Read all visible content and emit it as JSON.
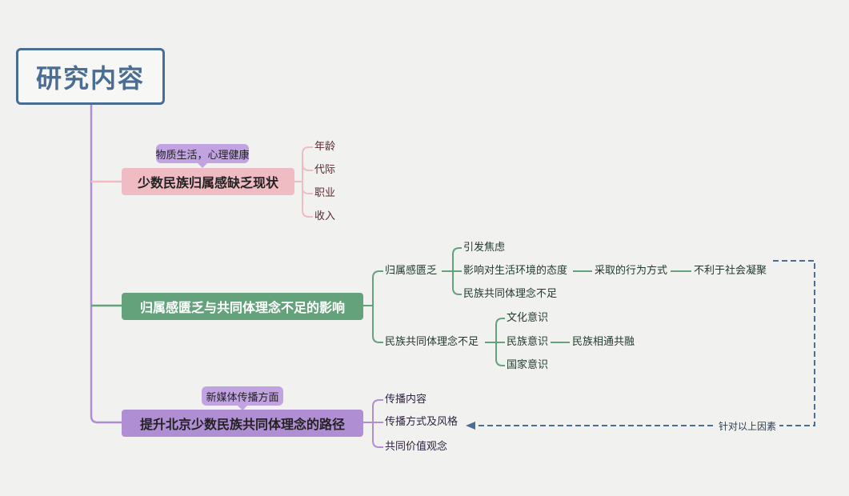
{
  "root": {
    "label": "研究内容"
  },
  "branches": [
    {
      "label": "少数民族归属感缺乏现状",
      "note": "物质生活，心理健康",
      "color": "#efbcc3",
      "children": [
        "年龄",
        "代际",
        "职业",
        "收入"
      ]
    },
    {
      "label": "归属感匮乏与共同体理念不足的影响",
      "color": "#64a27c",
      "children": [
        {
          "label": "归属感匮乏",
          "children": [
            {
              "label": "引发焦虑"
            },
            {
              "label": "影响对生活环境的态度",
              "chain": [
                "采取的行为方式",
                "不利于社会凝聚"
              ]
            },
            {
              "label": "民族共同体理念不足"
            }
          ]
        },
        {
          "label": "民族共同体理念不足",
          "children": [
            {
              "label": "文化意识"
            },
            {
              "label": "民族意识",
              "chain": [
                "民族相通共融"
              ]
            },
            {
              "label": "国家意识"
            }
          ]
        }
      ]
    },
    {
      "label": "提升北京少数民族共同体理念的路径",
      "note": "新媒体传播方面",
      "color": "#b08ed3",
      "children": [
        "传播内容",
        "传播方式及风格",
        "共同价值观念"
      ]
    }
  ],
  "relation": {
    "label": "针对以上因素"
  }
}
